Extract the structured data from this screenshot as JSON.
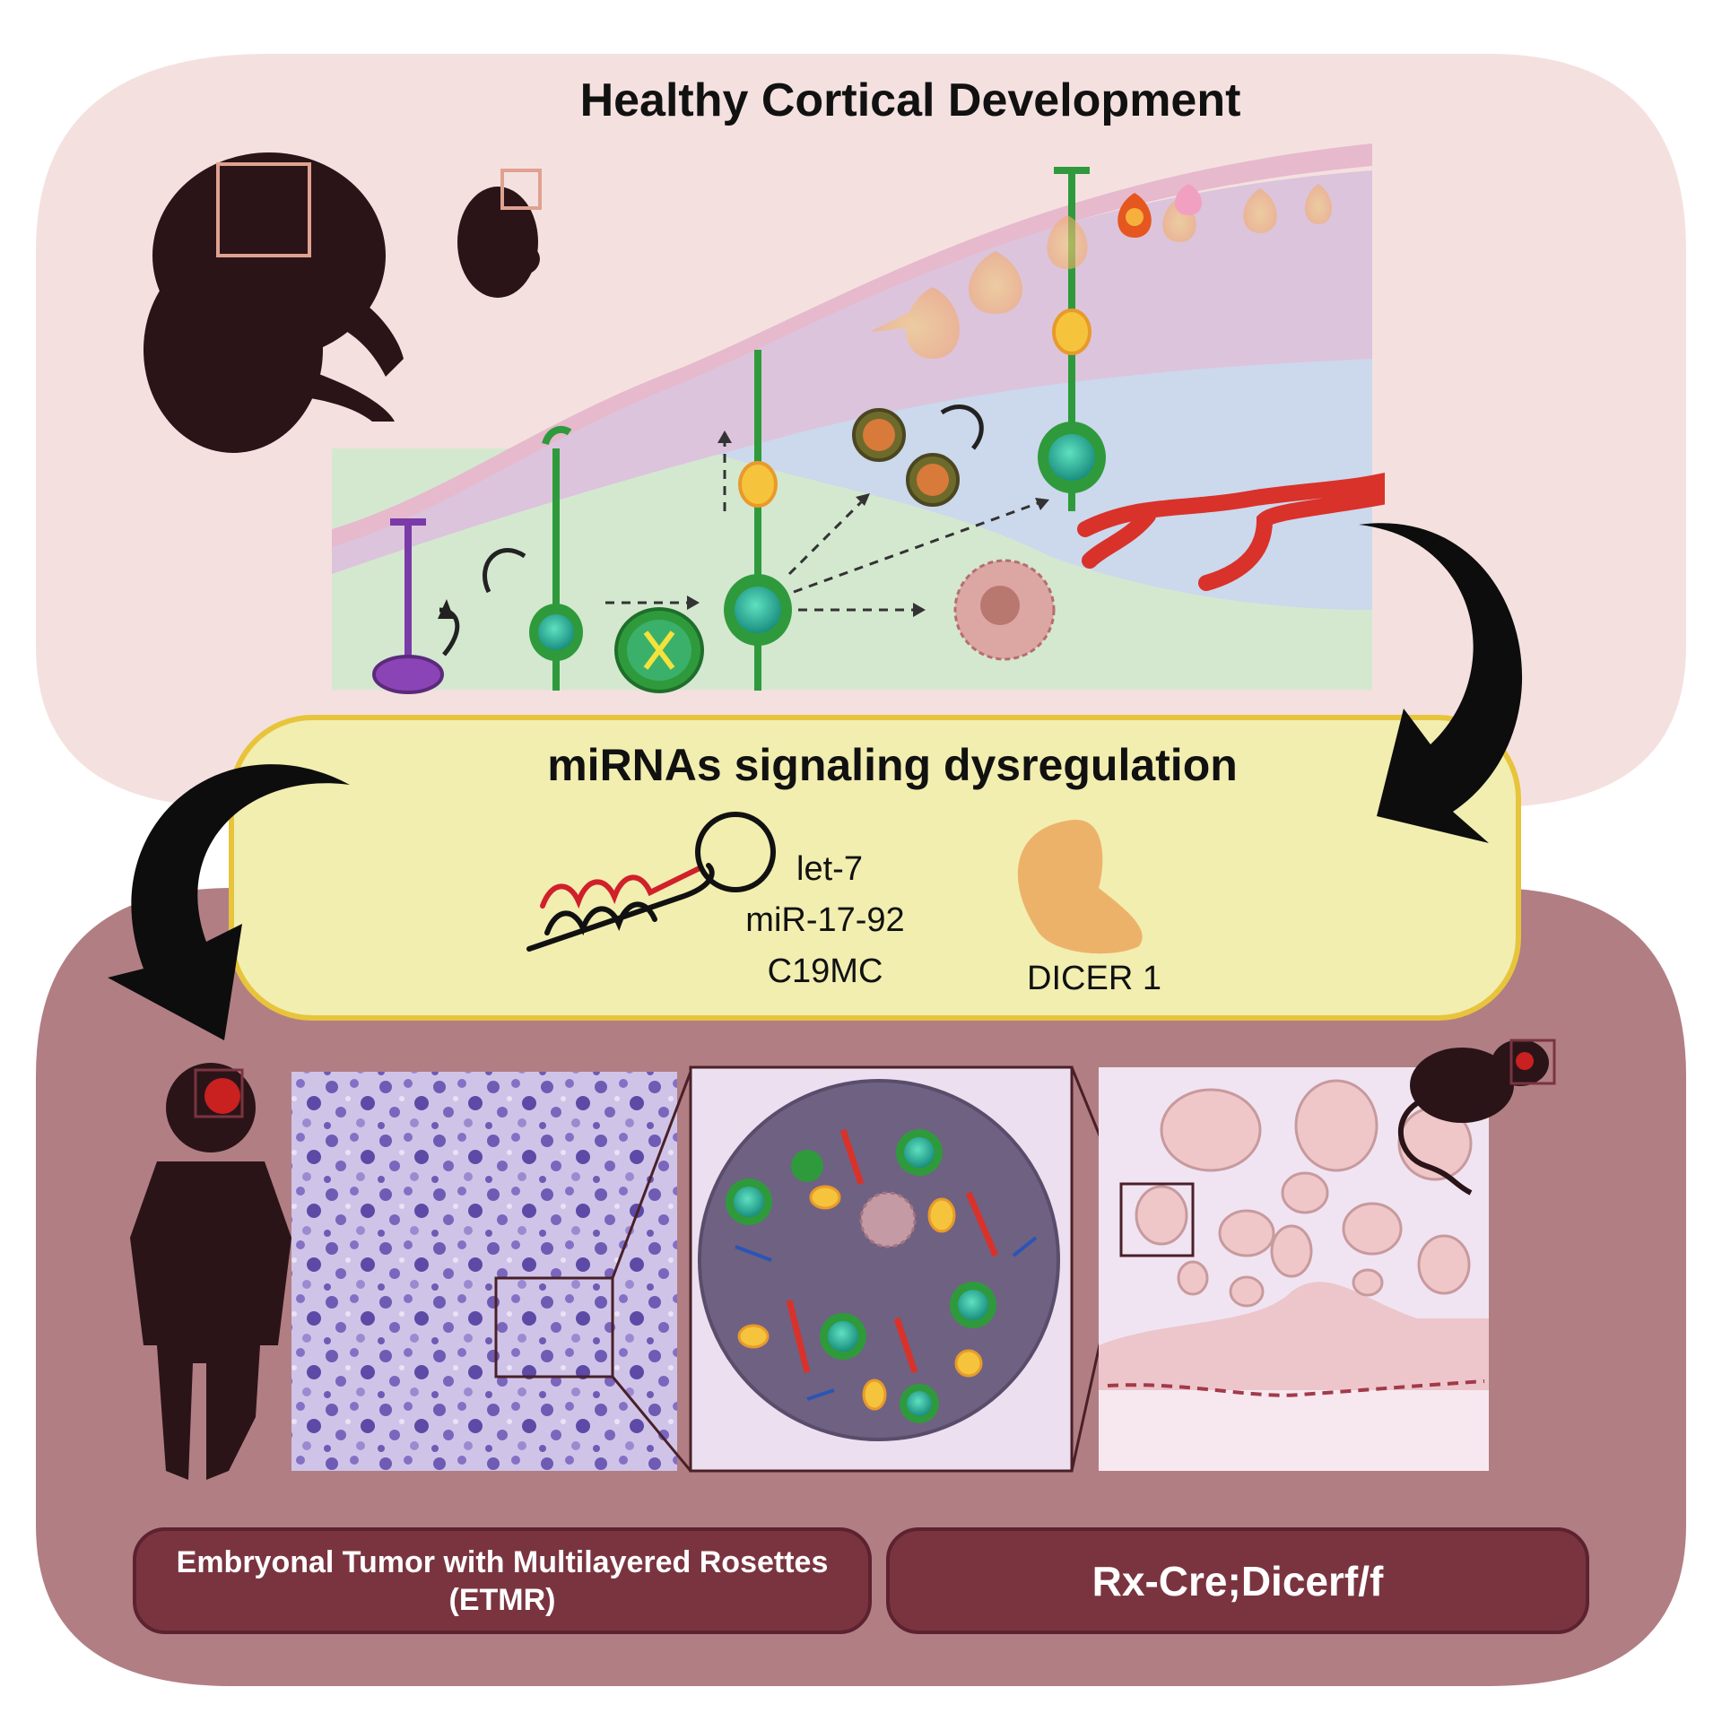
{
  "top_panel": {
    "title": "Healthy Cortical Development"
  },
  "middle_panel": {
    "title": "miRNAs signaling dysregulation",
    "mirnas": [
      "let-7",
      "miR-17-92",
      "C19MC"
    ],
    "protein": "DICER 1"
  },
  "bottom_panel": {
    "human_label_line1": "Embryonal Tumor with Multilayered Rosettes",
    "human_label_line2": "(ETMR)",
    "mouse_label": "Rx-Cre;Dicerf/f"
  },
  "colors": {
    "top_bg": "#f4e1df",
    "middle_bg": "#f1eeb0",
    "middle_border": "#e8c43c",
    "bottom_bg": "#b17e84",
    "label_bg": "#7a3440",
    "silhouette": "#2a1418",
    "radial_glia": "#2f9a3c",
    "neuron": "#f2a25b",
    "vessel": "#d9322a"
  }
}
